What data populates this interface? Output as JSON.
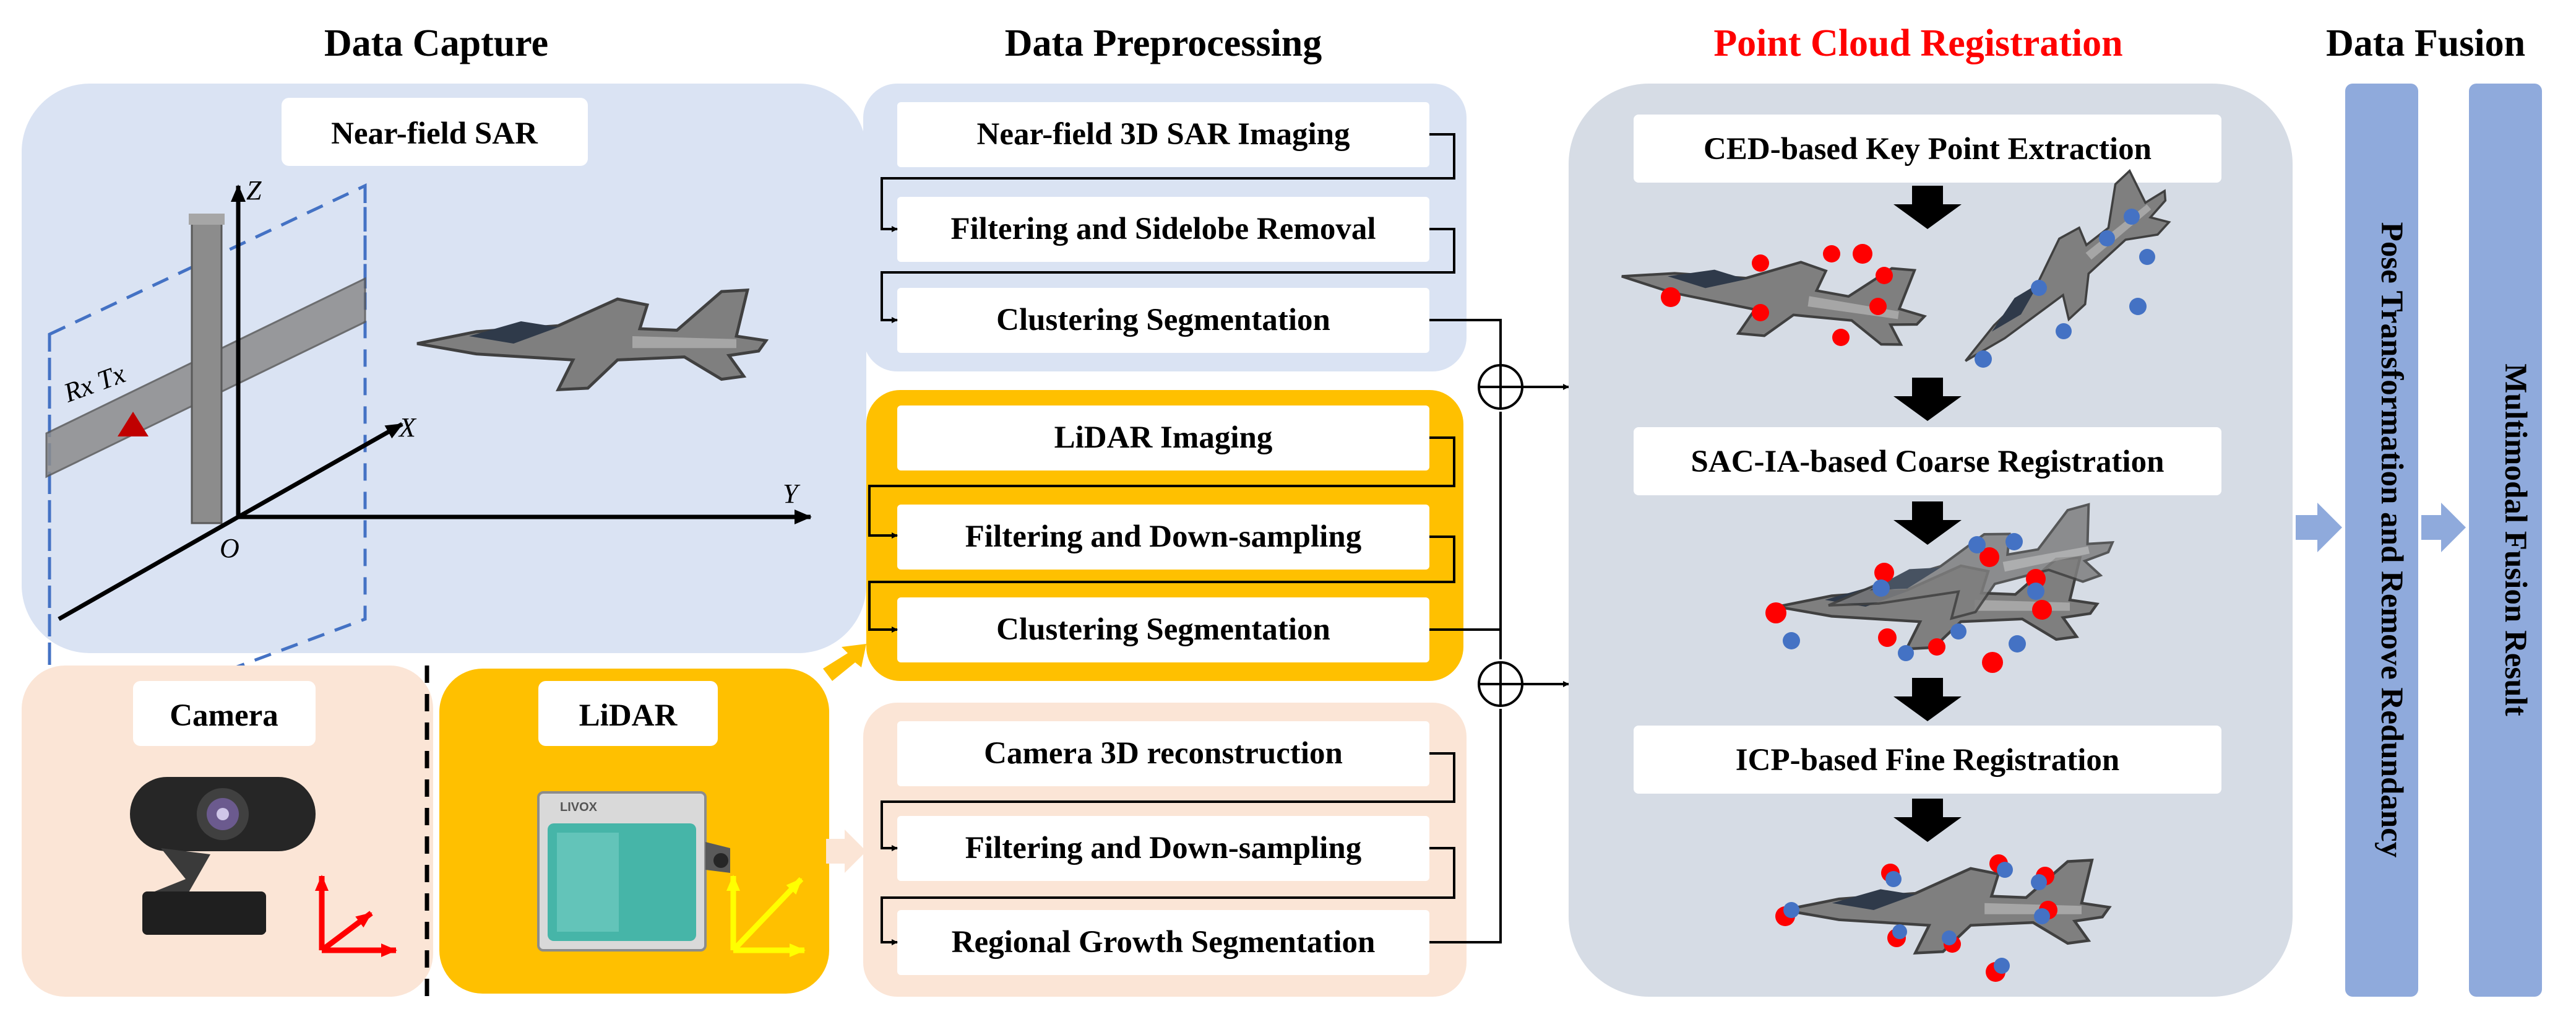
{
  "sections": {
    "capture": "Data Capture",
    "preprocessing": "Data Preprocessing",
    "registration": "Point Cloud Registration",
    "fusion": "Data Fusion"
  },
  "capture": {
    "sar_title": "Near-field SAR",
    "axes": {
      "z": "Z",
      "x": "X",
      "y": "Y",
      "origin": "O"
    },
    "antenna": "Rx Tx",
    "camera_title": "Camera",
    "lidar_title": "LiDAR",
    "lidar_brand": "LIVOX"
  },
  "preprocessing": {
    "sar_steps": [
      "Near-field 3D SAR Imaging",
      "Filtering and Sidelobe Removal",
      "Clustering Segmentation"
    ],
    "lidar_steps": [
      "LiDAR Imaging",
      "Filtering and Down-sampling",
      "Clustering Segmentation"
    ],
    "camera_steps": [
      "Camera 3D reconstruction",
      "Filtering and Down-sampling",
      "Regional Growth Segmentation"
    ]
  },
  "registration": {
    "steps": [
      "CED-based Key Point Extraction",
      "SAC-IA-based Coarse Registration",
      "ICP-based Fine Registration"
    ]
  },
  "fusion": {
    "pose_label": "Pose Transformation and Remove Redundancy",
    "result_label": "Multimodal Fusion Result"
  },
  "colors": {
    "sar_panel": "#dae3f3",
    "lidar_panel": "#ffc000",
    "camera_panel": "#fbe5d6",
    "registration_panel": "#d6dce5",
    "fusion_bar": "#8faadc",
    "title_red": "#ff0000",
    "keypoint_red": "#ff0000",
    "keypoint_blue": "#4472c4"
  }
}
